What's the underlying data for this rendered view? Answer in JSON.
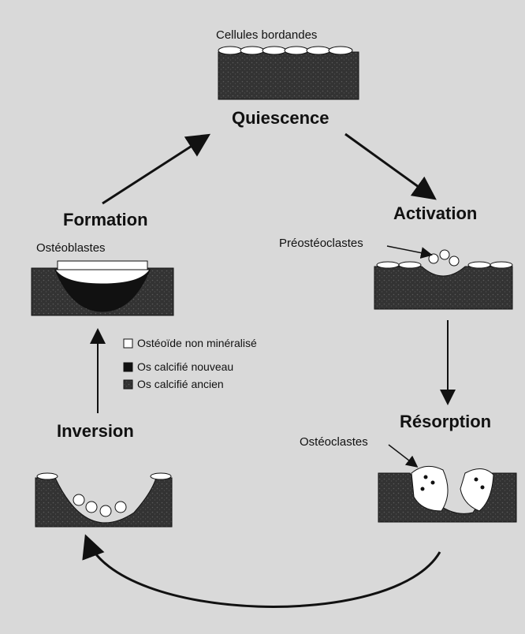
{
  "diagram": {
    "top_label": "Cellules bordandes",
    "stages": {
      "quiescence": "Quiescence",
      "activation": "Activation",
      "resorption": "Résorption",
      "inversion": "Inversion",
      "formation": "Formation"
    },
    "cells": {
      "preosteoclastes": "Préostéoclastes",
      "osteoclastes": "Ostéoclastes",
      "osteoblastes": "Ostéoblastes"
    },
    "legend": [
      {
        "label": "Ostéoïde non minéralisé",
        "color": "#ffffff"
      },
      {
        "label": "Os calcifié nouveau",
        "color": "#111111"
      },
      {
        "label": "Os calcifié ancien",
        "color": "#3a3a3a"
      }
    ]
  },
  "colors": {
    "paper": "#d9d9d9",
    "ink": "#111111",
    "old_bone": "#3a3a3a",
    "new_bone": "#111111",
    "osteoid": "#ffffff"
  }
}
